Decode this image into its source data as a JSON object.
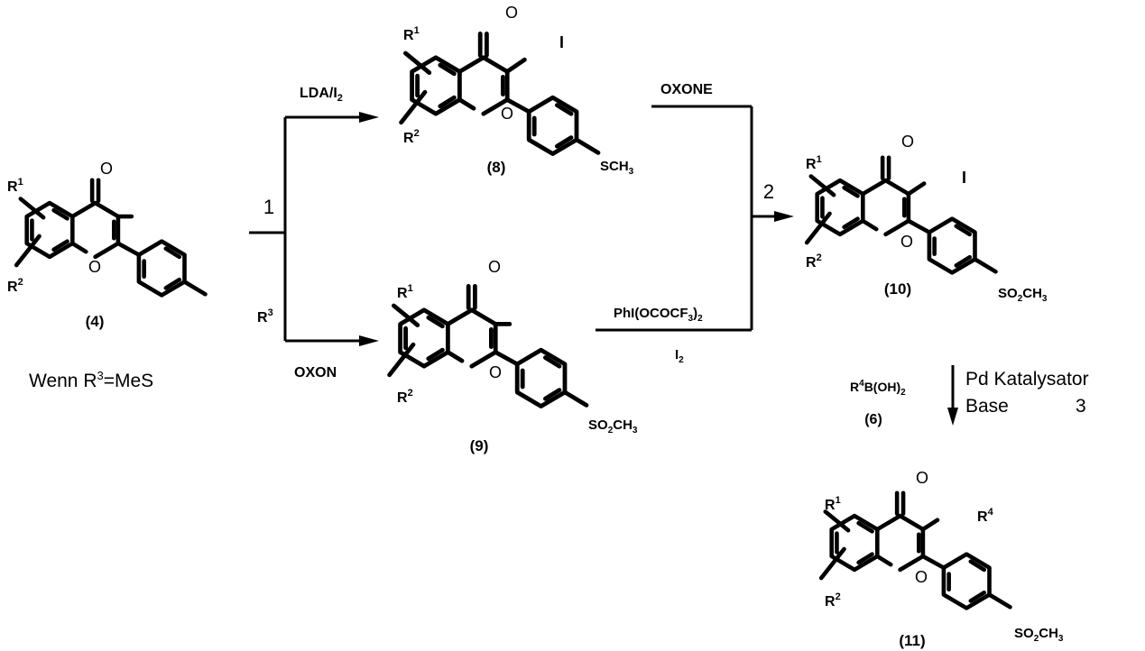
{
  "compounds": {
    "c4": {
      "label": "(4)",
      "r1": "R",
      "r1_sup": "1",
      "r2": "R",
      "r2_sup": "2",
      "para": "R",
      "para_sup": "3",
      "o_ring": "O",
      "o_carbonyl": "O"
    },
    "c8": {
      "label": "(8)",
      "r1": "R",
      "r1_sup": "1",
      "r2": "R",
      "r2_sup": "2",
      "c3": "I",
      "para": "SCH",
      "para_sub": "3",
      "o_ring": "O",
      "o_carbonyl": "O"
    },
    "c9": {
      "label": "(9)",
      "r1": "R",
      "r1_sup": "1",
      "r2": "R",
      "r2_sup": "2",
      "para": "SO",
      "para_sub1": "2",
      "para_tail": "CH",
      "para_sub2": "3",
      "o_ring": "O",
      "o_carbonyl": "O"
    },
    "c10": {
      "label": "(10)",
      "r1": "R",
      "r1_sup": "1",
      "r2": "R",
      "r2_sup": "2",
      "c3": "I",
      "para": "SO",
      "para_sub1": "2",
      "para_tail": "CH",
      "para_sub2": "3",
      "o_ring": "O",
      "o_carbonyl": "O"
    },
    "c11": {
      "label": "(11)",
      "r1": "R",
      "r1_sup": "1",
      "r2": "R",
      "r2_sup": "2",
      "c3": "R",
      "c3_sup": "4",
      "para": "SO",
      "para_sub1": "2",
      "para_tail": "CH",
      "para_sub2": "3",
      "o_ring": "O",
      "o_carbonyl": "O"
    },
    "c6": {
      "label": "(6)",
      "r": "R",
      "r_sup": "4",
      "tail": "B(OH)",
      "tail_sub": "2"
    }
  },
  "note": {
    "prefix": "Wenn R",
    "sup": "3",
    "suffix": "=MeS"
  },
  "steps": {
    "step1": "1",
    "step2": "2",
    "step3": "3",
    "lda": "LDA/I",
    "lda_sub": "2",
    "oxone_top": "OXONE",
    "oxone_bottom": "OXON",
    "phi": "PhI(OCOCF",
    "phi_sub": "3",
    "phi_tail": ")",
    "phi_sub2": "2",
    "iodine": "I",
    "iodine_sub": "2",
    "catalyst": "Pd Katalysator",
    "base": "Base"
  }
}
